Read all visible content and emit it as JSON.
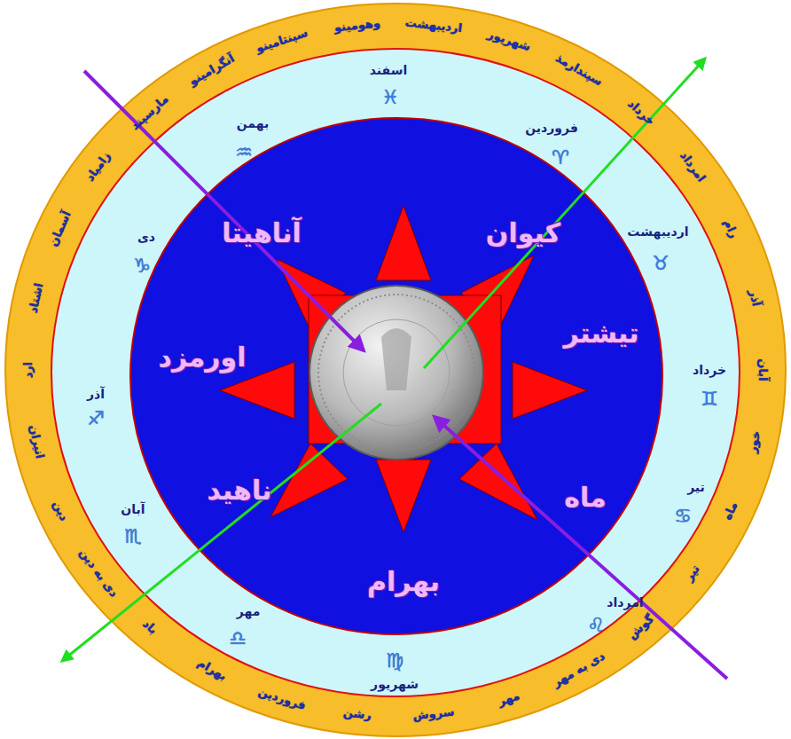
{
  "diagram": {
    "nodes": [
      {
        "text": [
          "زامیاد",
          "مارسپند",
          "آنگرامینو",
          "سپنتامینو",
          "وهومینو",
          "اردیبهشت",
          "شهریور",
          "سپندارمذ",
          "خرداد",
          "امرداد",
          "رام",
          "آذر",
          "آبان",
          "خور",
          "ماه",
          "تیر",
          "گوش",
          "دی به مهر",
          "مهر",
          "سروش",
          "رشن",
          "فروردین",
          "بهرام",
          "باد",
          "دی به دین",
          "دین",
          "انیران",
          "ارد",
          "اشتاد",
          "آسمان"
        ]
      },
      {
        "text": [
          "اسفند",
          "فروردین",
          "اردیبهشت",
          "خرداد",
          "تیر",
          "امرداد",
          "شهریور",
          "مهر",
          "آبان",
          "آذر",
          "دی",
          "بهمن"
        ],
        "in": 0
      },
      {
        "text": [
          "آناهیتا",
          "کیوان",
          "اورمزد",
          "تیشتر",
          "ناهید",
          "ماه",
          "بهرام"
        ],
        "in": 1
      }
    ],
    "labels": [
      "♓",
      "♈",
      "♉",
      "♊",
      "♋",
      "♌",
      "♍",
      "♎",
      "♏",
      "♐",
      "♑",
      "♒"
    ]
  }
}
